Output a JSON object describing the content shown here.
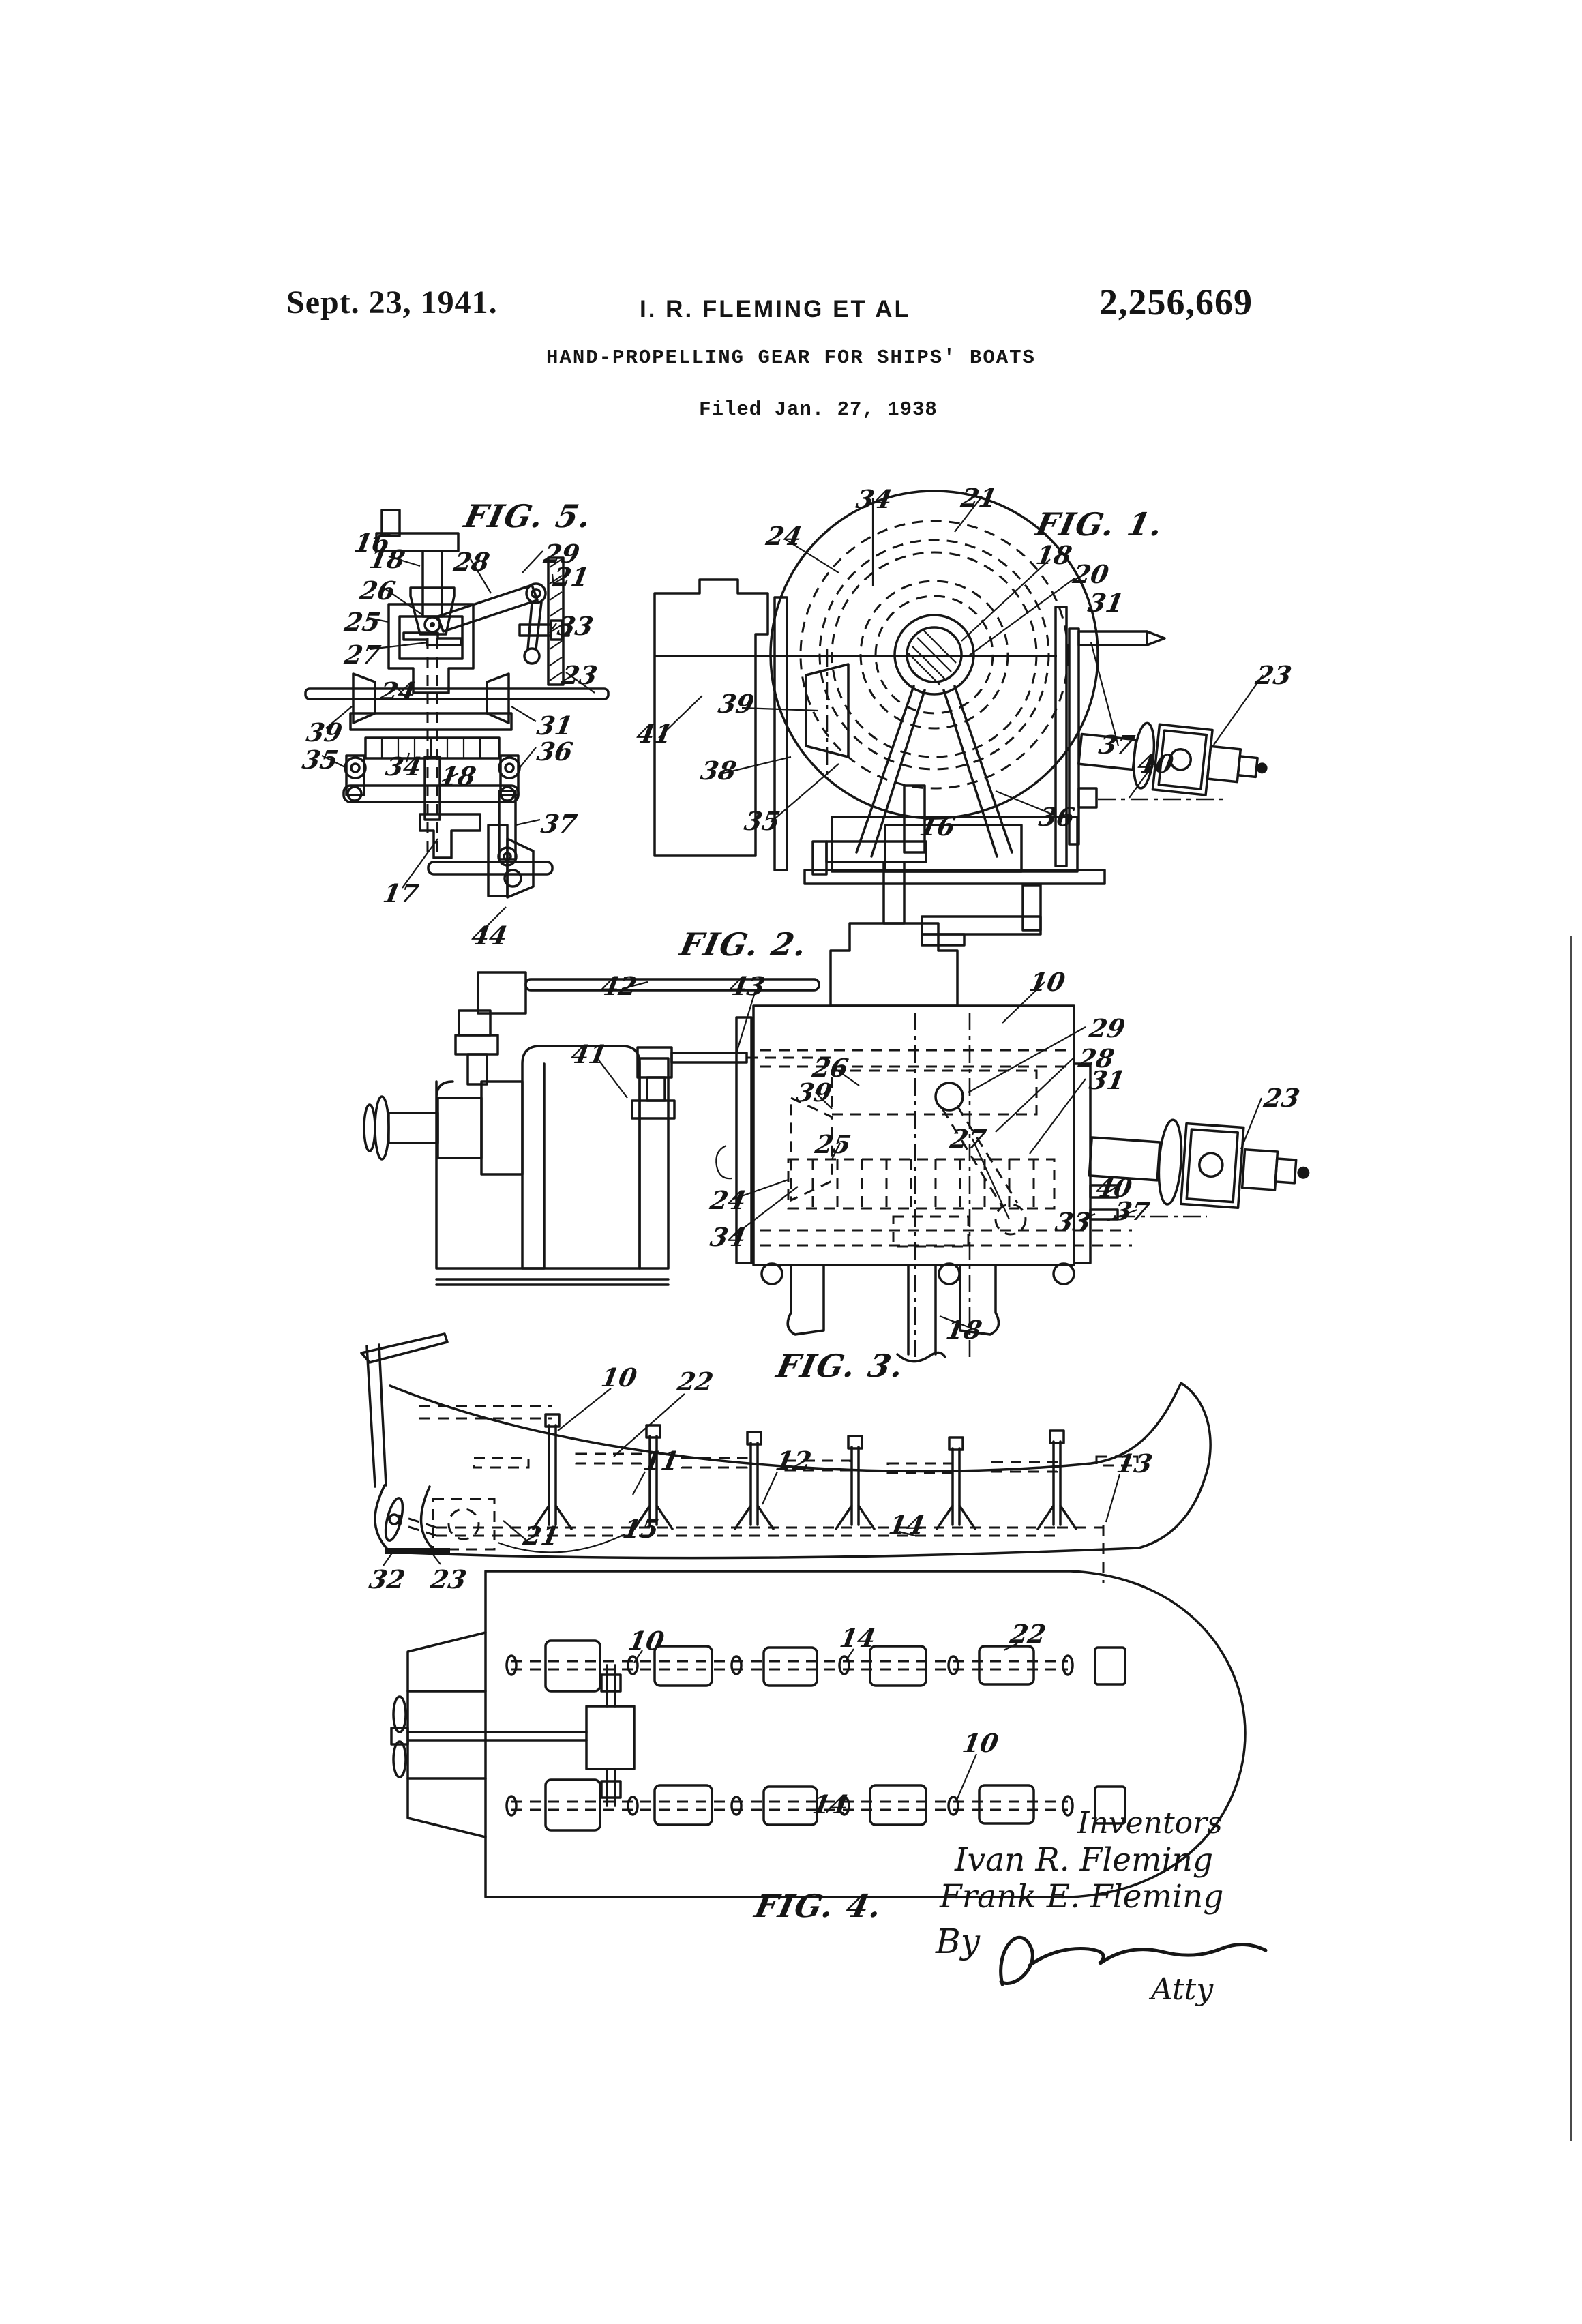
{
  "header": {
    "date": "Sept. 23, 1941.",
    "inventor_line": "I. R. FLEMING ET AL",
    "patent_number": "2,256,669",
    "title": "HAND-PROPELLING GEAR FOR SHIPS' BOATS",
    "filed": "Filed Jan. 27, 1938"
  },
  "fig5": {
    "label": "FIG. 5.",
    "refs": [
      "16",
      "18",
      "26",
      "25",
      "27",
      "28",
      "29",
      "21",
      "33",
      "23",
      "24",
      "39",
      "31",
      "35",
      "36",
      "34",
      "18",
      "37",
      "17",
      "44"
    ]
  },
  "fig1": {
    "label": "FIG. 1.",
    "refs": [
      "34",
      "21",
      "24",
      "18",
      "20",
      "31",
      "23",
      "39",
      "41",
      "38",
      "35",
      "16",
      "36",
      "37",
      "40"
    ]
  },
  "fig2": {
    "label": "FIG. 2.",
    "refs": [
      "42",
      "43",
      "10",
      "41",
      "26",
      "39",
      "29",
      "28",
      "31",
      "23",
      "25",
      "27",
      "24",
      "34",
      "33",
      "40",
      "37",
      "18"
    ]
  },
  "fig3": {
    "label": "FIG. 3.",
    "refs": [
      "10",
      "22",
      "11",
      "12",
      "13",
      "14",
      "15",
      "21",
      "32",
      "23"
    ]
  },
  "fig4": {
    "label": "FIG. 4.",
    "refs": [
      "10",
      "14",
      "22",
      "10",
      "14"
    ]
  },
  "signature": {
    "inventors_label": "Inventors",
    "inventor_1": "Ivan R. Fleming",
    "inventor_2": "Frank E. Fleming",
    "by_label": "By",
    "attorney_label": "Atty"
  }
}
